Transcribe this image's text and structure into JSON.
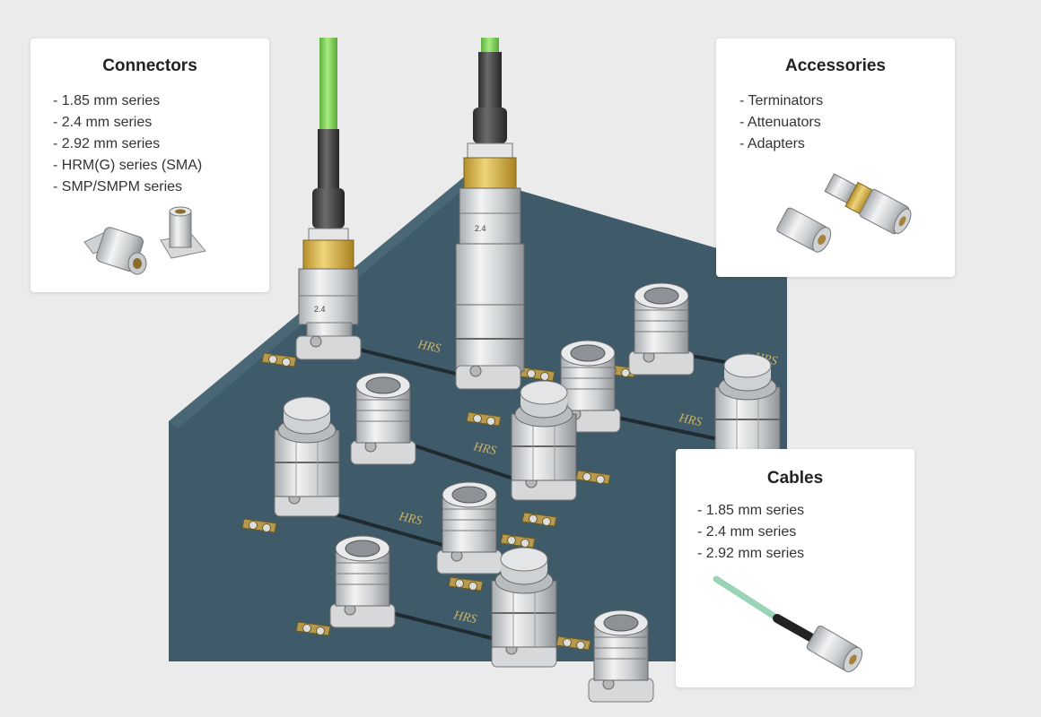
{
  "cards": {
    "connectors": {
      "title": "Connectors",
      "items": [
        "- 1.85 mm series",
        "- 2.4 mm series",
        "- 2.92 mm series",
        "- HRM(G) series (SMA)",
        "- SMP/SMPM series"
      ]
    },
    "accessories": {
      "title": "Accessories",
      "items": [
        "- Terminators",
        "- Attenuators",
        "- Adapters"
      ]
    },
    "cables": {
      "title": "Cables",
      "items": [
        "- 1.85 mm series",
        "- 2.4 mm series",
        "- 2.92 mm series"
      ]
    }
  },
  "board": {
    "logo_text": "HRS",
    "connector_marking": "2.4"
  },
  "colors": {
    "background": "#ebebeb",
    "board": "#3f5a68",
    "cable_green": "#7ccf5a",
    "brass": "#d8b64a",
    "metal": "#cfd2d4",
    "cable_teal": "#8fd0b0"
  }
}
